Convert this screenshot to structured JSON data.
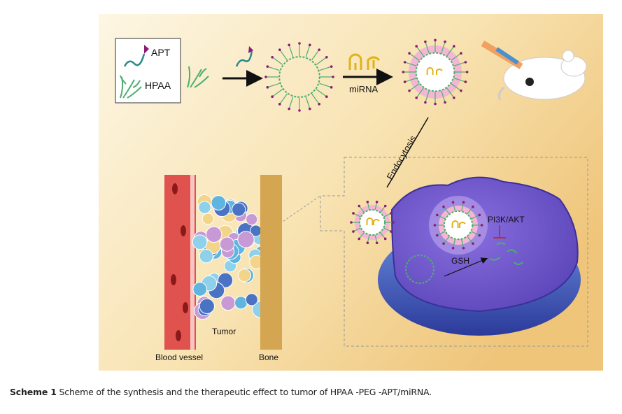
{
  "figure": {
    "legend": {
      "apt": "APT",
      "hpaa": "HPAA"
    },
    "labels": {
      "mirna": "miRNA",
      "endocytosis": "Endocytosis",
      "pathway": "PI3K/AKT",
      "gsh": "GSH",
      "tumor": "Tumor",
      "blood_vessel": "Blood vessel",
      "bone": "Bone"
    },
    "colors": {
      "bg_light": "#fcf4de",
      "bg_dark": "#efc67a",
      "polymer": "#4caf6e",
      "aptamer_tip": "#8b1a7a",
      "shell": "#f3b6d4",
      "cell": "#6d55c9",
      "cell_edge": "#3b2f9a",
      "vessel": "#e0524d",
      "bone": "#d4a652",
      "mirna": "#e0b21c"
    }
  },
  "caption": {
    "label": "Scheme 1",
    "text": "Scheme of the synthesis and the therapeutic effect to tumor of HPAA -PEG -APT/miRNA."
  }
}
